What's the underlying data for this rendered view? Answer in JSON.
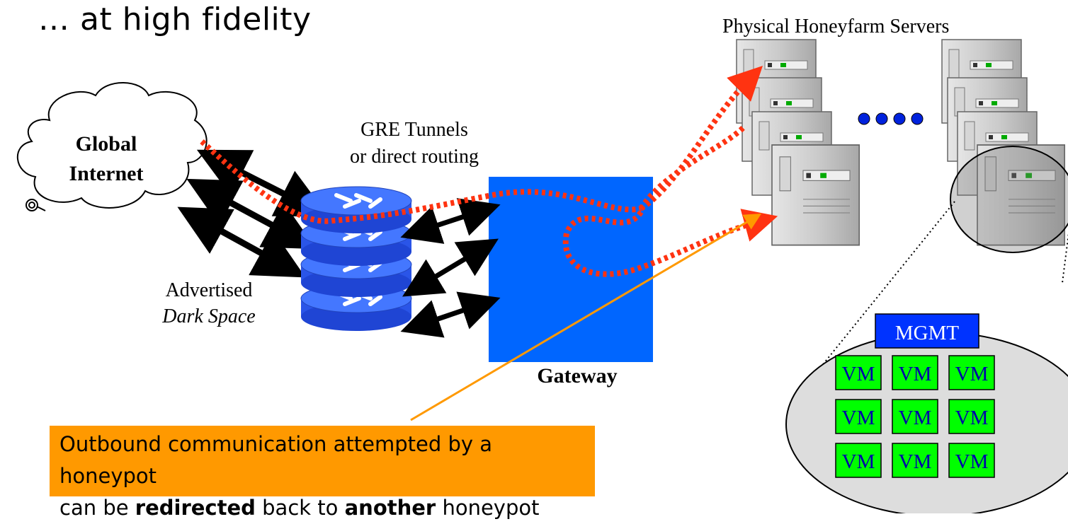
{
  "title": "… at high fidelity",
  "physical_servers_label": "Physical Honeyfarm Servers",
  "internet": {
    "line1": "Global",
    "line2": "Internet"
  },
  "tunnels": {
    "line1": "GRE Tunnels",
    "line2": "or direct routing"
  },
  "dark_space": {
    "line1": "Advertised",
    "line2": "Dark Space"
  },
  "gateway_label": "Gateway",
  "ellipsis_dots": "● ● ● ●",
  "callout": {
    "line1": "Outbound communication attempted by a honeypot",
    "line2_pre": "can be ",
    "line2_bold1": "redirected",
    "line2_mid": " back to ",
    "line2_bold2": "another",
    "line2_post": " honeypot"
  },
  "server_detail": {
    "mgmt_label": "MGMT",
    "vm_labels": [
      "VM",
      "VM",
      "VM",
      "VM",
      "VM",
      "VM",
      "VM",
      "VM",
      "VM"
    ]
  },
  "colors": {
    "gateway": "#0066ff",
    "router": "#3366ff",
    "path": "#ff3311",
    "callout": "#ff9900",
    "vm": "#00ff00",
    "mgmt": "#0033ff",
    "server": "#c8c8c8",
    "detail_oval": "#dddddd"
  }
}
